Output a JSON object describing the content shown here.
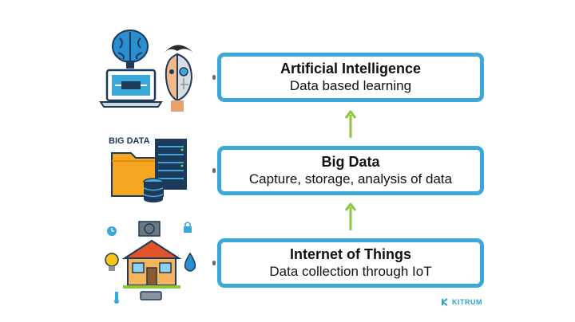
{
  "layers": [
    {
      "title": "Artificial Intelligence",
      "subtitle": "Data based learning"
    },
    {
      "title": "Big Data",
      "subtitle": "Capture, storage, analysis of data"
    },
    {
      "title": "Internet of Things",
      "subtitle": "Data collection through IoT"
    }
  ],
  "illustrations": {
    "ai": {
      "icons": [
        "brain-icon",
        "laptop-icon",
        "half-robot-face-icon"
      ]
    },
    "big_data": {
      "label": "BIG DATA",
      "icons": [
        "folder-icon",
        "server-rack-icon",
        "database-stack-icon"
      ]
    },
    "iot": {
      "icons": [
        "house-icon",
        "lightbulb-icon",
        "lock-icon",
        "water-drop-icon",
        "air-conditioner-icon",
        "clock-icon",
        "thermometer-icon"
      ]
    }
  },
  "brand": {
    "name": "KITRUM",
    "icon": "kitrum-logo-icon"
  },
  "colors": {
    "box_border": "#3aa9d8",
    "arrow": "#8cc63f",
    "text": "#111111",
    "brand": "#2fa6c9"
  }
}
